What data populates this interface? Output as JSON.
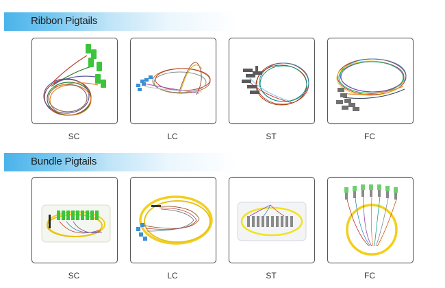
{
  "sections": [
    {
      "title": "Ribbon Pigtails",
      "products": [
        {
          "label": "SC",
          "image": "ribbon-sc-pigtail-image",
          "connector_color": "#3cc43c"
        },
        {
          "label": "LC",
          "image": "ribbon-lc-pigtail-image",
          "connector_color": "#3d8fd6"
        },
        {
          "label": "ST",
          "image": "ribbon-st-pigtail-image",
          "connector_color": "#6e6e6e"
        },
        {
          "label": "FC",
          "image": "ribbon-fc-pigtail-image",
          "connector_color": "#7a7a7a"
        }
      ]
    },
    {
      "title": "Bundle Pigtails",
      "products": [
        {
          "label": "SC",
          "image": "bundle-sc-pigtail-image",
          "connector_color": "#3cc43c"
        },
        {
          "label": "LC",
          "image": "bundle-lc-pigtail-image",
          "connector_color": "#3d8fd6"
        },
        {
          "label": "ST",
          "image": "bundle-st-pigtail-image",
          "connector_color": "#8a8a8a"
        },
        {
          "label": "FC",
          "image": "bundle-fc-pigtail-image",
          "connector_color": "#6fcf6f"
        }
      ]
    }
  ],
  "colors": {
    "header_gradient_start": "#4ab3ea",
    "bundle_jacket": "#f2cf1e",
    "card_border": "#555555"
  }
}
